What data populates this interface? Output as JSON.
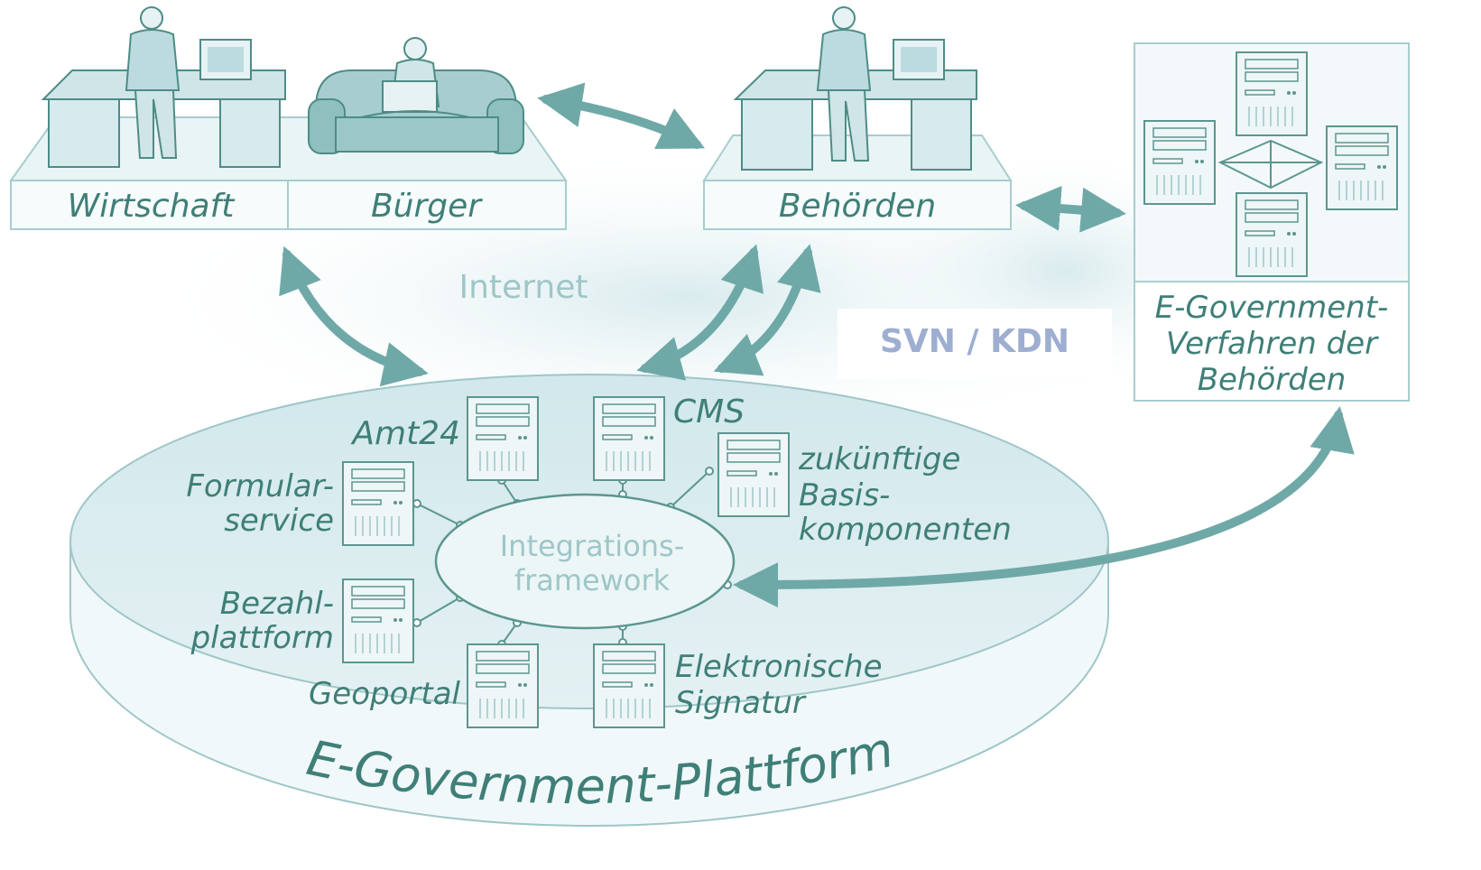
{
  "labels": {
    "wirtschaft": "Wirtschaft",
    "buerger": "Bürger",
    "behoerden": "Behörden",
    "internet": "Internet",
    "svn": "SVN / KDN",
    "egov_verfahren_1": "E-Government-",
    "egov_verfahren_2": "Verfahren der",
    "egov_verfahren_3": "Behörden",
    "amt24": "Amt24",
    "cms": "CMS",
    "formular_1": "Formular-",
    "formular_2": "service",
    "zukuenftige_1": "zukünftige",
    "zukuenftige_2": "Basis-",
    "zukuenftige_3": "komponenten",
    "integrations_1": "Integrations-",
    "integrations_2": "framework",
    "bezahl_1": "Bezahl-",
    "bezahl_2": "plattform",
    "geoportal": "Geoportal",
    "signatur_1": "Elektronische",
    "signatur_2": "Signatur",
    "platform": "E-Government-Plattform"
  },
  "colors": {
    "teal_dark": "#3f7f78",
    "teal_mid": "#6fa9a7",
    "teal_light": "#d7ebec",
    "teal_fill": "#e6f2f3",
    "svn": "#9eaed0"
  }
}
